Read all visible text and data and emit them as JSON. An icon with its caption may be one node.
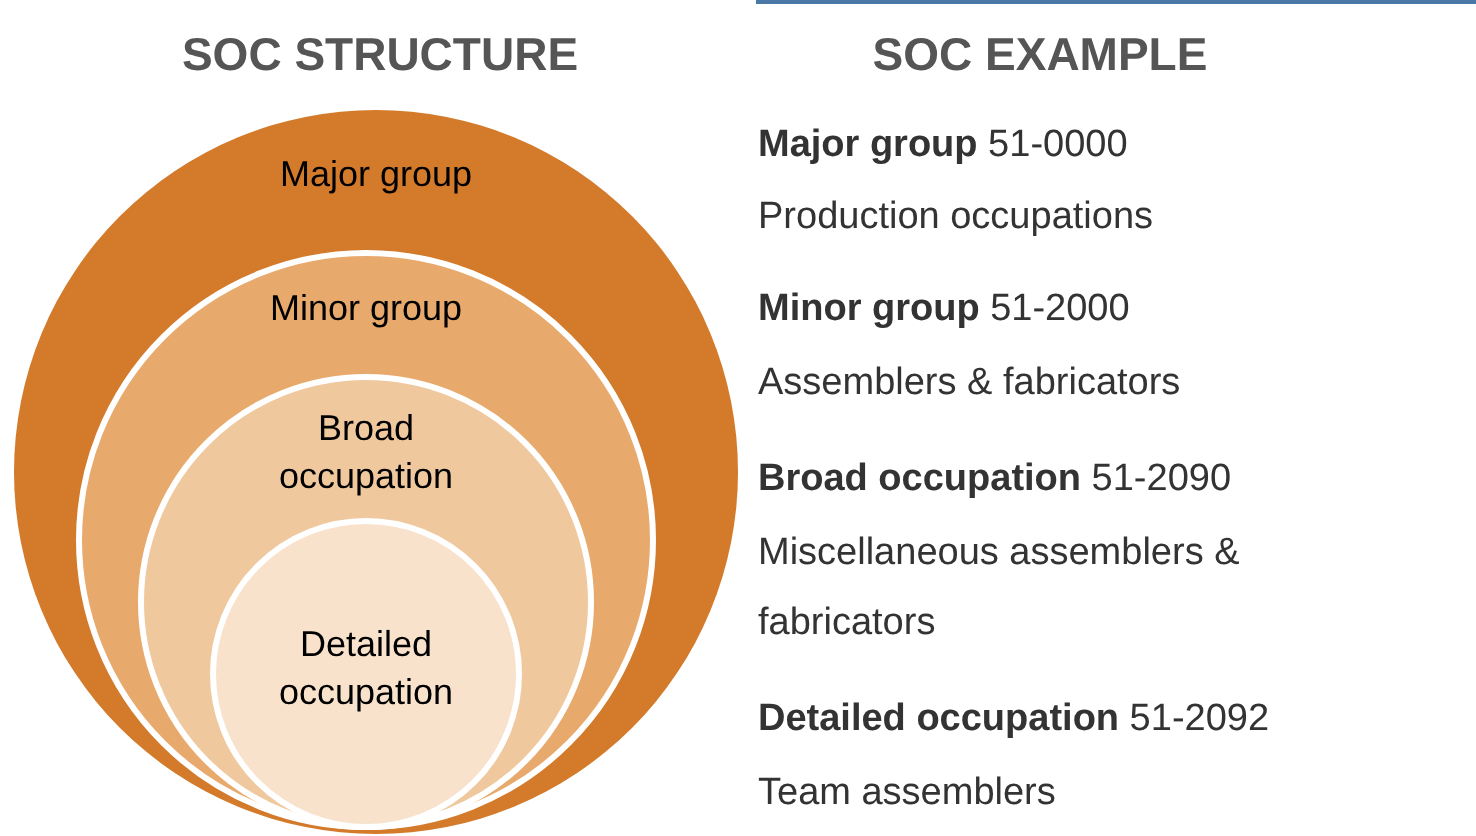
{
  "diagram": {
    "nodes": [
      {
        "text": [
          "Major group"
        ]
      },
      {
        "text": [
          "Minor group"
        ],
        "in": 0
      },
      {
        "text": [
          "Broad occupation"
        ],
        "in": 1
      },
      {
        "text": [
          "Detailed occupation"
        ],
        "in": 2
      }
    ],
    "labels": [
      "SOC STRUCTURE",
      "SOC EXAMPLE",
      "**Major group** 51-0000",
      "Production occupations",
      "**Minor group** 51-2000",
      "Assemblers & fabricators",
      "**Broad occupation** 51-2090",
      "Miscellaneous assemblers & fabricators",
      "**Detailed occupation** 51-2092",
      "Team assemblers"
    ]
  }
}
